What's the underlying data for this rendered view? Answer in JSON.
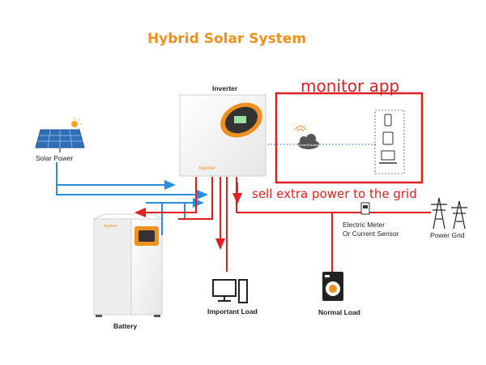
{
  "title": "Hybrid Solar System",
  "components": {
    "inverter": "Inverter",
    "solar": "Solar Power",
    "battery": "Battery",
    "important_load": "Important Load",
    "normal_load": "Normal Load",
    "meter_line1": "Electric Meter",
    "meter_line2": "Or Current Sensor",
    "power_grid": "Power Grid",
    "cloud": "SmartSolution"
  },
  "annotations": {
    "monitor_app": "monitor app",
    "sell_power": "sell extra power to the grid"
  },
  "colors": {
    "title": "#f0901e",
    "accent": "#f0901e",
    "annotation": "#e02020",
    "dc_flow": "#2b8fe0",
    "ac_flow": "#e02020",
    "wifi_link": "#2b8fe0"
  }
}
